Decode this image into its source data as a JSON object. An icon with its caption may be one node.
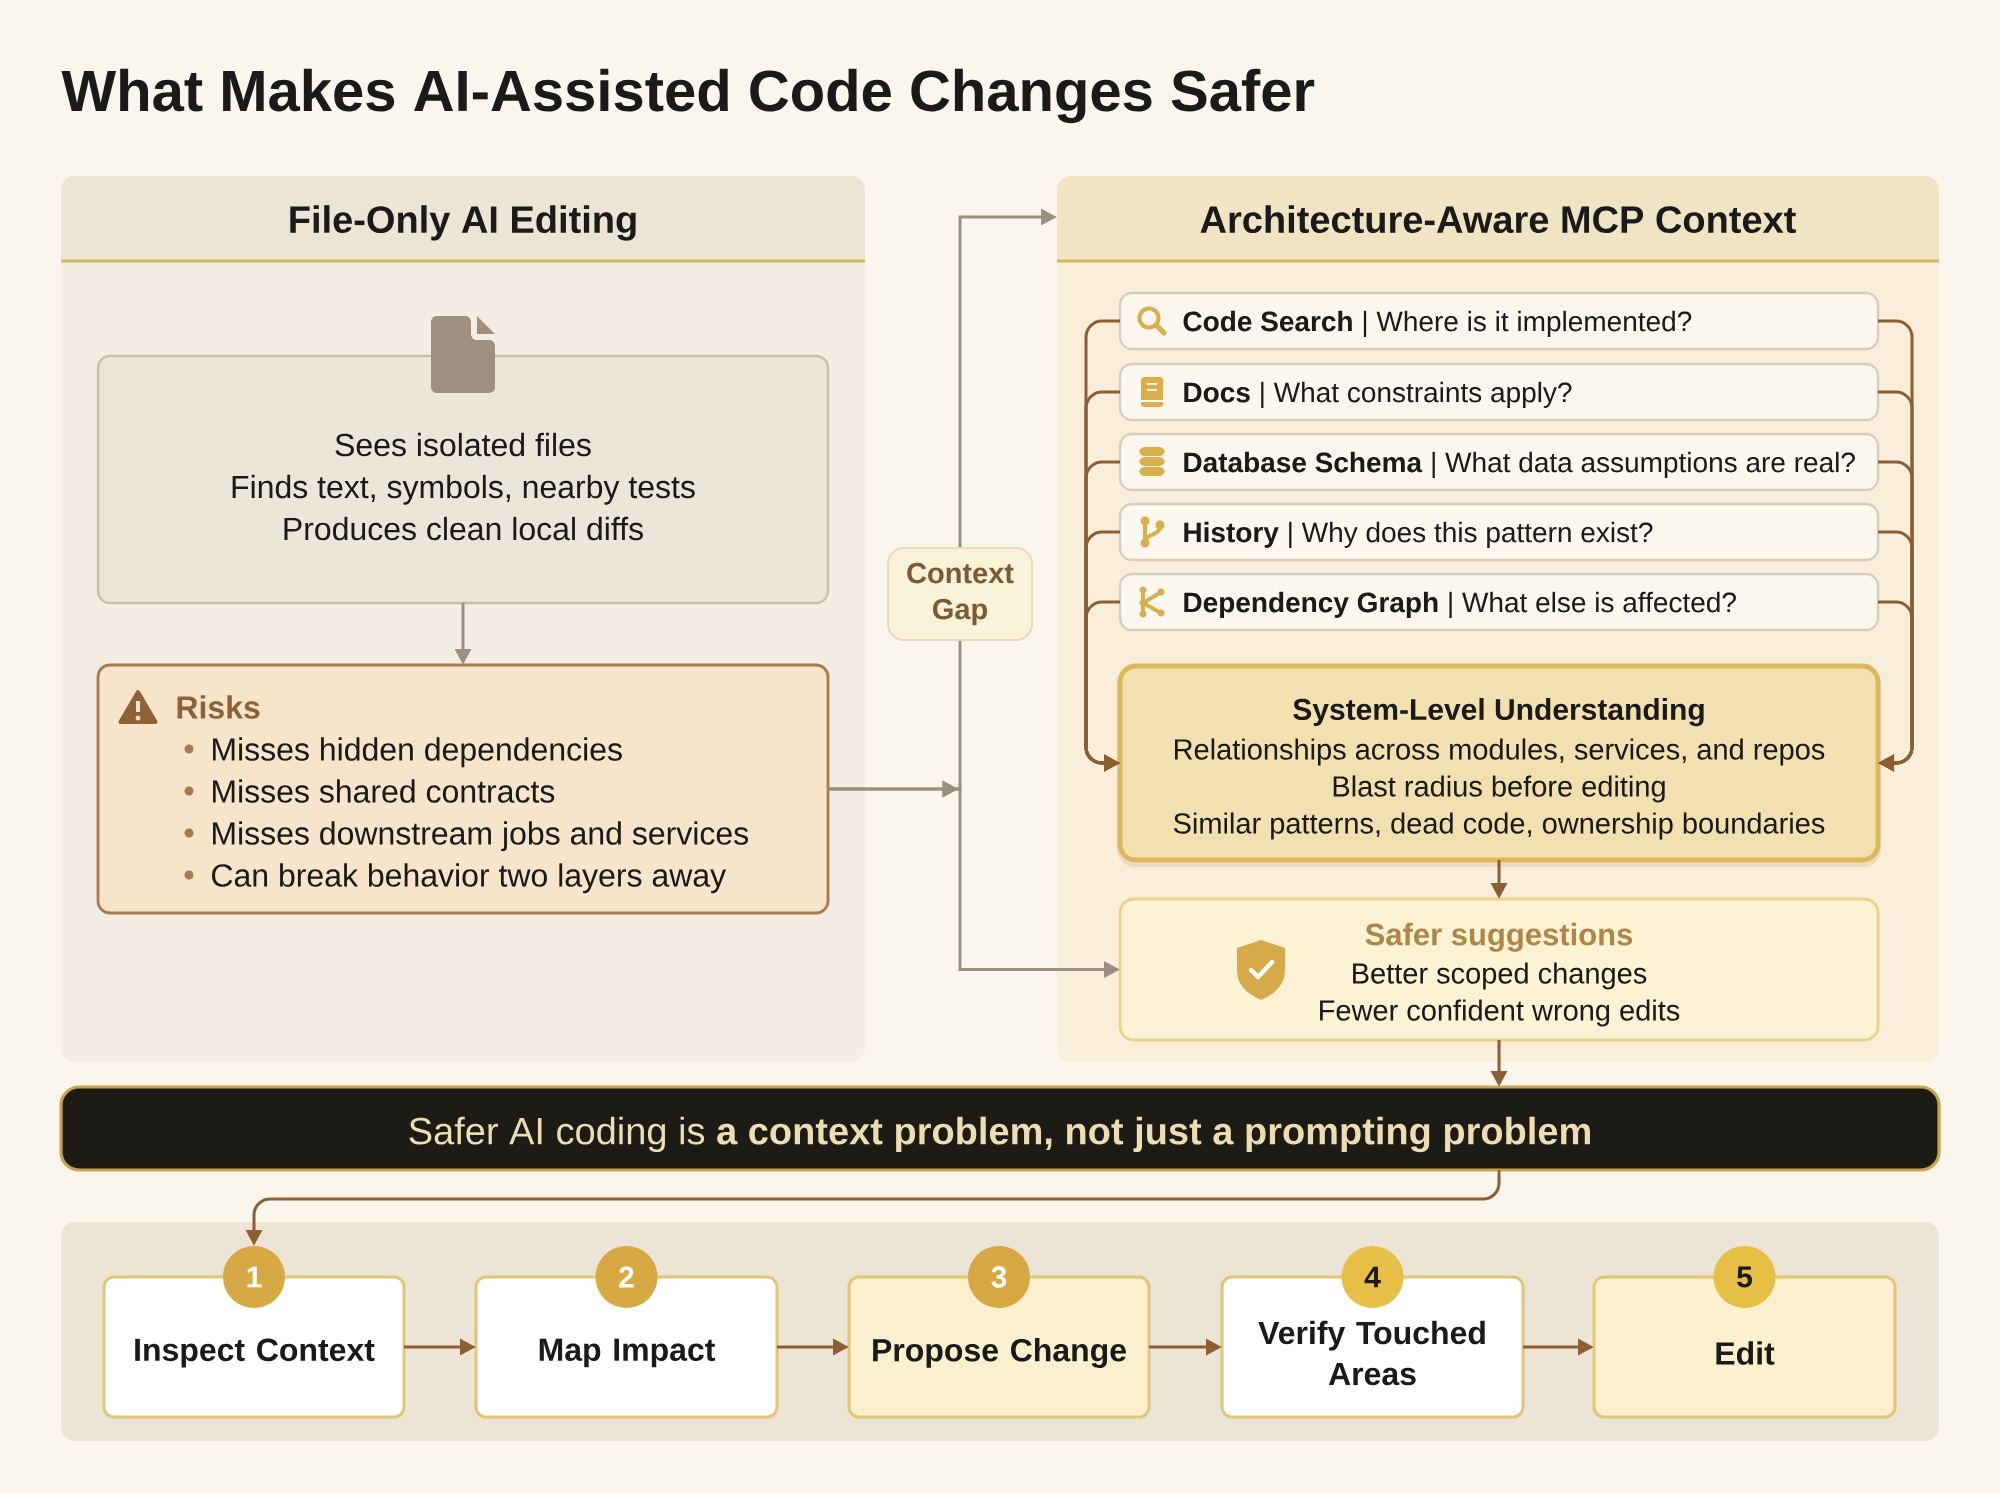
{
  "diagram": {
    "title": "What Makes AI-Assisted Code Changes Safer",
    "nodes": [
      {
        "text": [
          "File-Only AI Editing"
        ]
      },
      {
        "text": [
          "Sees isolated files",
          "Finds text, symbols, nearby tests",
          "Produces clean local diffs"
        ],
        "in": 0
      },
      {
        "text": [
          "Risks",
          "Misses hidden dependencies",
          "Misses shared contracts",
          "Misses downstream jobs and services",
          "Can break behavior two layers away"
        ],
        "in": 0
      },
      {
        "text": [
          "Architecture-Aware MCP Context"
        ]
      },
      {
        "text": [
          "**Code Search** | Where is it implemented?"
        ],
        "in": 3
      },
      {
        "text": [
          "**Docs** | What constraints apply?"
        ],
        "in": 3
      },
      {
        "text": [
          "**Database Schema** | What data assumptions are real?"
        ],
        "in": 3
      },
      {
        "text": [
          "**History** | Why does this pattern exist?"
        ],
        "in": 3
      },
      {
        "text": [
          "**Dependency Graph** | What else is affected?"
        ],
        "in": 3
      },
      {
        "text": [
          "System-Level Understanding",
          "Relationships across modules, services, and repos",
          "Blast radius before editing",
          "Similar patterns, dead code, ownership boundaries"
        ],
        "in": 3
      },
      {
        "text": [
          "Safer suggestions",
          "Better scoped changes",
          "Fewer confident wrong edits"
        ],
        "in": 3
      },
      {
        "text": [
          "Safer AI coding is **a context problem, not just a prompting problem**"
        ]
      },
      {
        "text": [
          "1",
          "Inspect Context"
        ]
      },
      {
        "text": [
          "2",
          "Map Impact"
        ]
      },
      {
        "text": [
          "3",
          "Propose Change"
        ]
      },
      {
        "text": [
          "4",
          "Verify Touched Areas"
        ]
      },
      {
        "text": [
          "5",
          "Edit"
        ]
      }
    ],
    "edges": [
      {
        "from": 1,
        "to": 2,
        "arrow": "to",
        "color": "#9c8f80"
      },
      {
        "from": 2,
        "to": 3,
        "arrow": "to",
        "label": "Context Gap",
        "color": "#9c8f80"
      },
      {
        "from": 2,
        "to": 10,
        "arrow": "to",
        "color": "#9c8f80"
      },
      {
        "from": 4,
        "to": 9,
        "arrow": "to"
      },
      {
        "from": 5,
        "to": 9,
        "arrow": "to"
      },
      {
        "from": 6,
        "to": 9,
        "arrow": "to"
      },
      {
        "from": 7,
        "to": 9,
        "arrow": "to"
      },
      {
        "from": 8,
        "to": 9,
        "arrow": "to"
      },
      {
        "from": 4,
        "to": 9,
        "arrow": "to"
      },
      {
        "from": 5,
        "to": 9,
        "arrow": "to"
      },
      {
        "from": 6,
        "to": 9,
        "arrow": "to"
      },
      {
        "from": 7,
        "to": 9,
        "arrow": "to"
      },
      {
        "from": 8,
        "to": 9,
        "arrow": "to"
      },
      {
        "from": 9,
        "to": 10,
        "arrow": "to"
      },
      {
        "from": 10,
        "to": 11,
        "arrow": "to"
      },
      {
        "from": 11,
        "to": 12,
        "arrow": "to"
      },
      {
        "from": 12,
        "to": 13,
        "arrow": "to"
      },
      {
        "from": 13,
        "to": 14,
        "arrow": "to"
      },
      {
        "from": 14,
        "to": 15,
        "arrow": "to"
      },
      {
        "from": 15,
        "to": 16,
        "arrow": "to"
      }
    ]
  }
}
